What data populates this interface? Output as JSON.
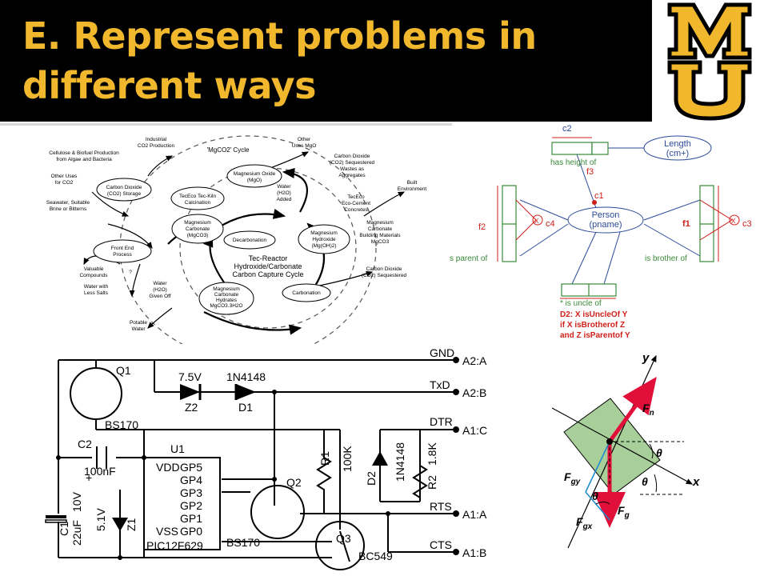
{
  "slide": {
    "title": "E. Represent problems in different ways"
  },
  "logo": {
    "letters": "MU",
    "color": "#f1b82d"
  },
  "colors": {
    "gold": "#f1b82d",
    "black": "#000000",
    "er_green": "#3a8a3a",
    "er_blue": "#2c4a9a",
    "er_red": "#d0201a",
    "force_box": "#a8cf9a",
    "force_arrow": "#e0103a"
  },
  "cycle": {
    "title": "'MgCO2' Cycle",
    "center": [
      "Tec-Reactor",
      "Hydroxide/Carbonate",
      "Carbon Capture Cycle"
    ],
    "nodes": {
      "industrial": [
        "Industrial",
        "CO2 Production"
      ],
      "cellulose": [
        "Cellulose & Biofuel Production",
        "from Algae and Bacteria"
      ],
      "other_uses_co2": [
        "Other Uses",
        "for CO2"
      ],
      "seawater": [
        "Seawater, Suitable",
        "Brine or Bitterns"
      ],
      "co2_storage": [
        "Carbon Dioxide",
        "(CO2) Storage"
      ],
      "tec_kiln": [
        "TecEco Tec-Kiln",
        "Calcination"
      ],
      "mgo": [
        "Magnesium Oxide",
        "(MgO)"
      ],
      "other_mgo": [
        "Other",
        "Uses MgO"
      ],
      "co2_seq_top": [
        "Carbon Dioxide",
        "(CO2) Sequestered",
        "Wastes as",
        "Aggregates"
      ],
      "water_added": [
        "Water",
        "(H2O)",
        "Added"
      ],
      "built_env": [
        "Built",
        "Environment"
      ],
      "eco_cement": [
        "TecEco",
        "Eco-Cement",
        "Concretes"
      ],
      "mg_carbonate": [
        "Magnesium",
        "Carbonate",
        "(MgCO3)"
      ],
      "decarbonation": [
        "Decarbonation"
      ],
      "mg_hydroxide": [
        "Magnesium",
        "Hydroxide",
        "(Mg(OH)2)"
      ],
      "building_materials": [
        "Magnesium",
        "Carbonate",
        "Building Materials",
        "MgCO3"
      ],
      "front_end": [
        "Front End",
        "Process"
      ],
      "valuable": [
        "Valuable",
        "Compounds"
      ],
      "question": "?",
      "water_salts": [
        "Water with",
        "Less Salts"
      ],
      "water_given_off": [
        "Water",
        "(H2O)",
        "Given Off"
      ],
      "hydrates": [
        "Magnesium",
        "Carbonate",
        "Hydrates",
        "MgCO3.3H2O"
      ],
      "co2_seq_bottom": [
        "Carbon Dioxide",
        "(CO2) Sequestered"
      ],
      "carbonation": [
        "Carbonation"
      ],
      "potable": [
        "Potable",
        "Water"
      ]
    }
  },
  "er": {
    "c2": "c2",
    "length": [
      "Length",
      "(cm+)"
    ],
    "has_height_of": "has height of",
    "f3": "f3",
    "c1": "c1",
    "person": [
      "Person",
      "(pname)"
    ],
    "f2": "f2",
    "c4": "c4",
    "f1": "f1",
    "c3": "c3",
    "is_parent_of": "s parent of",
    "is_brother_of": "is brother of",
    "is_uncle_of": "* is uncle of",
    "rule": [
      "D2: X isUncleOf Y",
      "if X isBrotherof Z",
      "and Z isParentof Y"
    ]
  },
  "circuit": {
    "gnd": "GND",
    "a2a": "A2:A",
    "txd": "TxD",
    "a2b": "A2:B",
    "dtr": "DTR",
    "a1c": "A1:C",
    "rts": "RTS",
    "a1a": "A1:A",
    "cts": "CTS",
    "a1b": "A1:B",
    "q1": "Q1",
    "q1_part": "BS170",
    "z2_val": "7.5V",
    "z2": "Z2",
    "d1_part": "1N4148",
    "d1": "D1",
    "c2": "C2",
    "c2_val": "100nF",
    "u1": "U1",
    "pins": [
      "VDD",
      "GP5",
      "GP4",
      "GP3",
      "GP2",
      "GP1",
      "VSS",
      "GP0"
    ],
    "u1_part": "PIC12F629",
    "q2": "Q2",
    "q2_part": "BS170",
    "r1": "R1",
    "r1_val": "100K",
    "d2": "D2",
    "d2_part": "1N4148",
    "r2": "R2",
    "r2_val": "1.8K",
    "c1": "C1",
    "c1_val": "22uF",
    "c1_v": "10V",
    "c1_plus": "+",
    "z1_val": "5.1V",
    "z1": "Z1",
    "q3": "Q3",
    "q3_part": "BC549"
  },
  "force": {
    "y": "y",
    "x": "x",
    "fn": "F",
    "fn_sub": "n",
    "theta": "θ",
    "fgy": "F",
    "fgy_sub": "gy",
    "fgx": "F",
    "fgx_sub": "gx",
    "fg": "F",
    "fg_sub": "g"
  }
}
